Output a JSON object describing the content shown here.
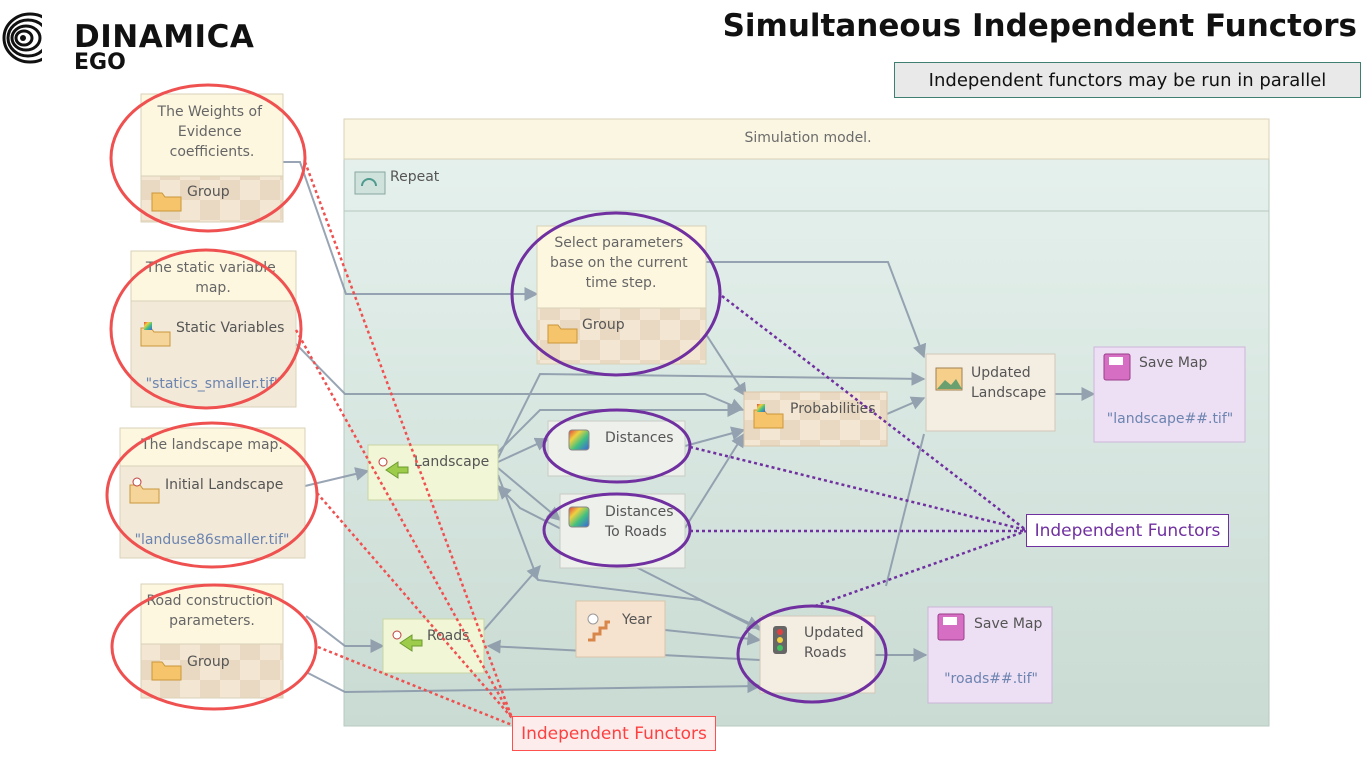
{
  "header": {
    "logo_line1": "DINAMICA",
    "logo_line2": "EGO",
    "title": "Simultaneous Independent Functors",
    "subtitle": "Independent functors may be run in parallel"
  },
  "model": {
    "container_title": "Simulation model.",
    "repeat_label": "Repeat"
  },
  "nodes": {
    "weights_group": {
      "comment_lines": [
        "The Weights of",
        "Evidence",
        "coefficients."
      ],
      "label": "Group"
    },
    "static_vars": {
      "comment_lines": [
        "The static variable",
        "map."
      ],
      "label": "Static Variables",
      "value": "\"statics_smaller.tif\""
    },
    "initial_landscape": {
      "comment_lines": [
        "The landscape map."
      ],
      "label": "Initial Landscape",
      "value": "\"landuse86smaller.tif\""
    },
    "road_group": {
      "comment_lines": [
        "Road construction",
        "parameters."
      ],
      "label": "Group"
    },
    "select_group": {
      "comment_lines": [
        "Select parameters",
        "base on the current",
        "time step."
      ],
      "label": "Group"
    },
    "landscape": {
      "label": "Landscape"
    },
    "roads": {
      "label": "Roads"
    },
    "distances": {
      "label": "Distances"
    },
    "distances_roads": {
      "label_lines": [
        "Distances",
        "To Roads"
      ]
    },
    "year": {
      "label": "Year"
    },
    "probabilities": {
      "label": "Probabilities"
    },
    "updated_landscape": {
      "label_lines": [
        "Updated",
        "Landscape"
      ]
    },
    "updated_roads": {
      "label_lines": [
        "Updated",
        "Roads"
      ]
    },
    "save_landscape": {
      "label": "Save Map",
      "value": "\"landscape##.tif\""
    },
    "save_roads": {
      "label": "Save Map",
      "value": "\"roads##.tif\""
    }
  },
  "callouts": {
    "purple": "Independent Functors",
    "red": "Independent Functors"
  },
  "colors": {
    "highlight_red": "#ef5050",
    "highlight_purple": "#7030a0",
    "connector": "#8896a8",
    "container_fill": "#dfeee9",
    "container_header": "#fdf7e0"
  }
}
